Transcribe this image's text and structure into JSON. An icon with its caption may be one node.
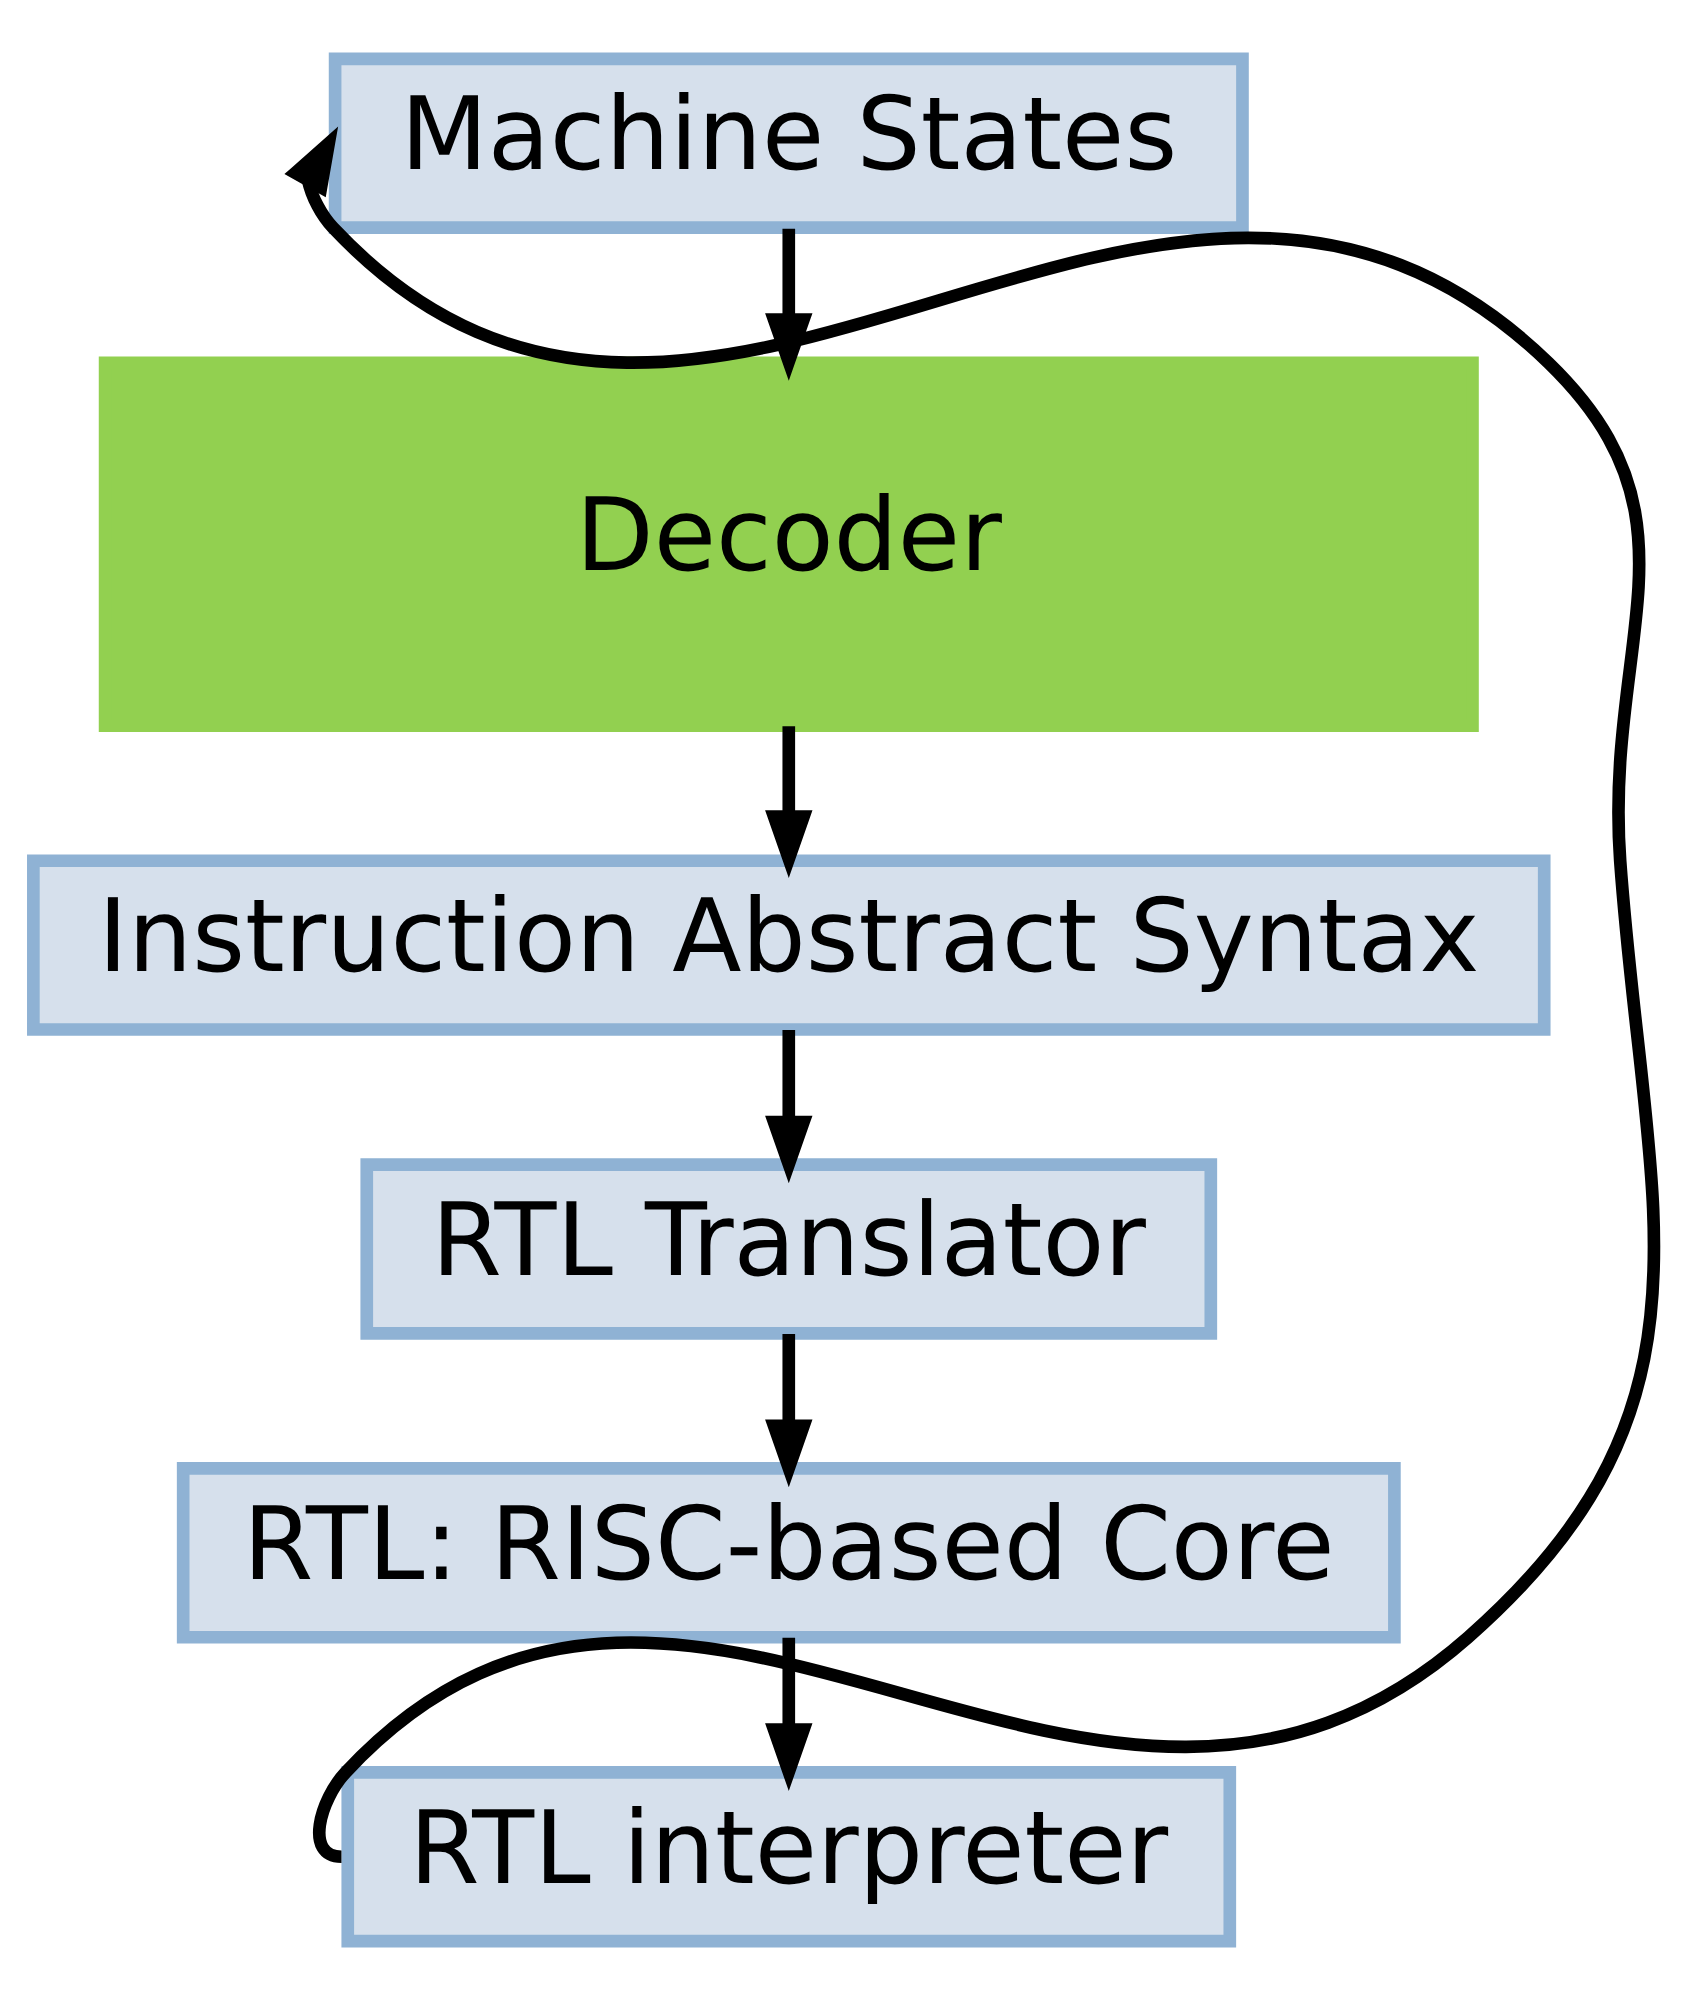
{
  "diagram": {
    "nodes": [
      {
        "text": [
          "Machine States"
        ]
      },
      {
        "text": [
          "Decoder"
        ]
      },
      {
        "text": [
          "Instruction Abstract Syntax"
        ]
      },
      {
        "text": [
          "RTL Translator"
        ]
      },
      {
        "text": [
          "RTL: RISC-based Core"
        ]
      },
      {
        "text": [
          "RTL interpreter"
        ]
      }
    ],
    "edges": [
      {
        "from": 0,
        "to": 1,
        "arrow": "to"
      },
      {
        "from": 1,
        "to": 2,
        "arrow": "to"
      },
      {
        "from": 2,
        "to": 3,
        "arrow": "to"
      },
      {
        "from": 3,
        "to": 4,
        "arrow": "to"
      },
      {
        "from": 4,
        "to": 5,
        "arrow": "to"
      },
      {
        "from": 5,
        "to": 0,
        "arrow": "to"
      }
    ]
  }
}
